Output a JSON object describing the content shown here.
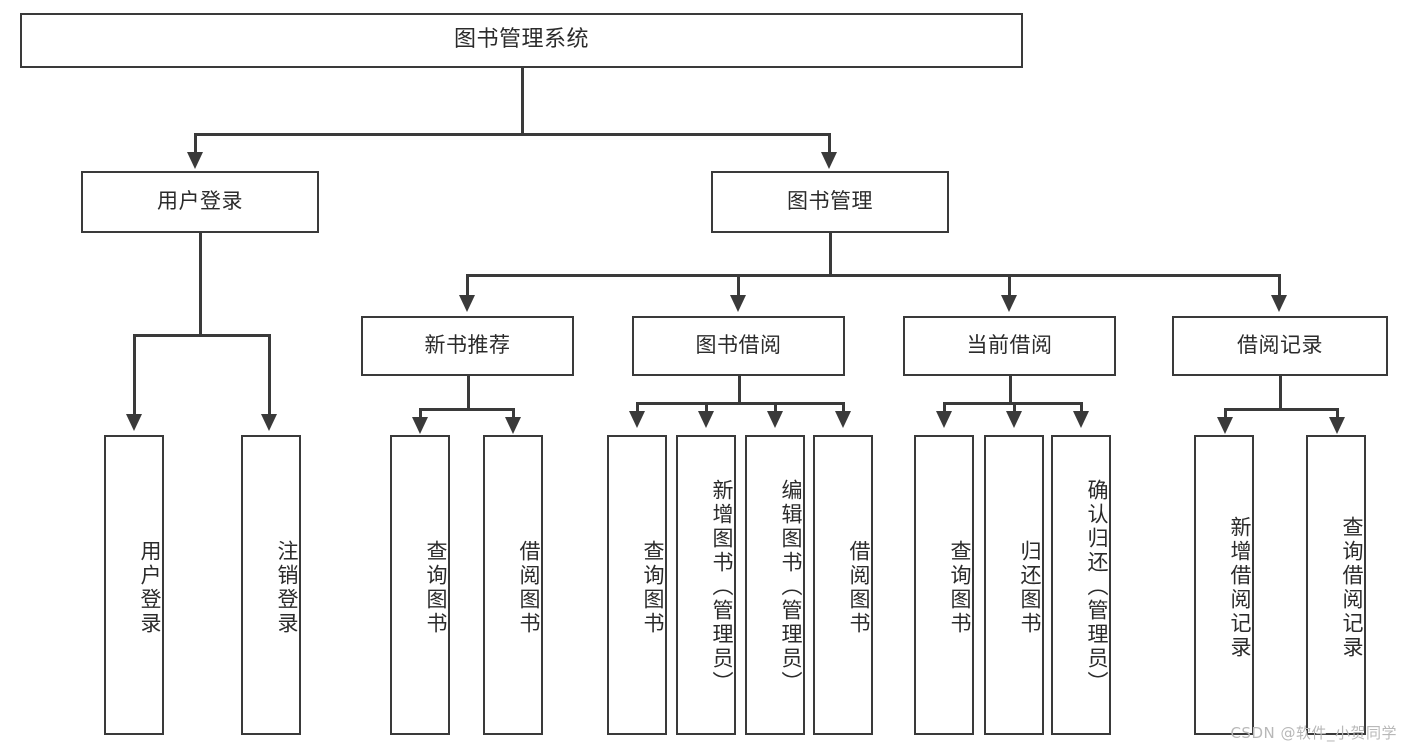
{
  "diagram": {
    "title": "图书管理系统",
    "level2": [
      {
        "label": "用户登录"
      },
      {
        "label": "图书管理"
      }
    ],
    "level3": [
      {
        "label": "新书推荐"
      },
      {
        "label": "图书借阅"
      },
      {
        "label": "当前借阅"
      },
      {
        "label": "借阅记录"
      }
    ],
    "leaves": {
      "user_login": [
        {
          "label": "用户登录"
        },
        {
          "label": "注销登录"
        }
      ],
      "new_book": [
        {
          "label": "查询图书"
        },
        {
          "label": "借阅图书"
        }
      ],
      "book_borrow": [
        {
          "label": "查询图书"
        },
        {
          "label": "新增图书（管理员）"
        },
        {
          "label": "编辑图书（管理员）"
        },
        {
          "label": "借阅图书"
        }
      ],
      "current_borrow": [
        {
          "label": "查询图书"
        },
        {
          "label": "归还图书"
        },
        {
          "label": "确认归还（管理员）"
        }
      ],
      "borrow_record": [
        {
          "label": "新增借阅记录"
        },
        {
          "label": "查询借阅记录"
        }
      ]
    }
  },
  "watermark": "CSDN @软件_小贺同学",
  "colors": {
    "stroke": "#3a3a3a",
    "text": "#2b2b2b",
    "background": "#ffffff",
    "watermark": "#b8b8b8"
  }
}
